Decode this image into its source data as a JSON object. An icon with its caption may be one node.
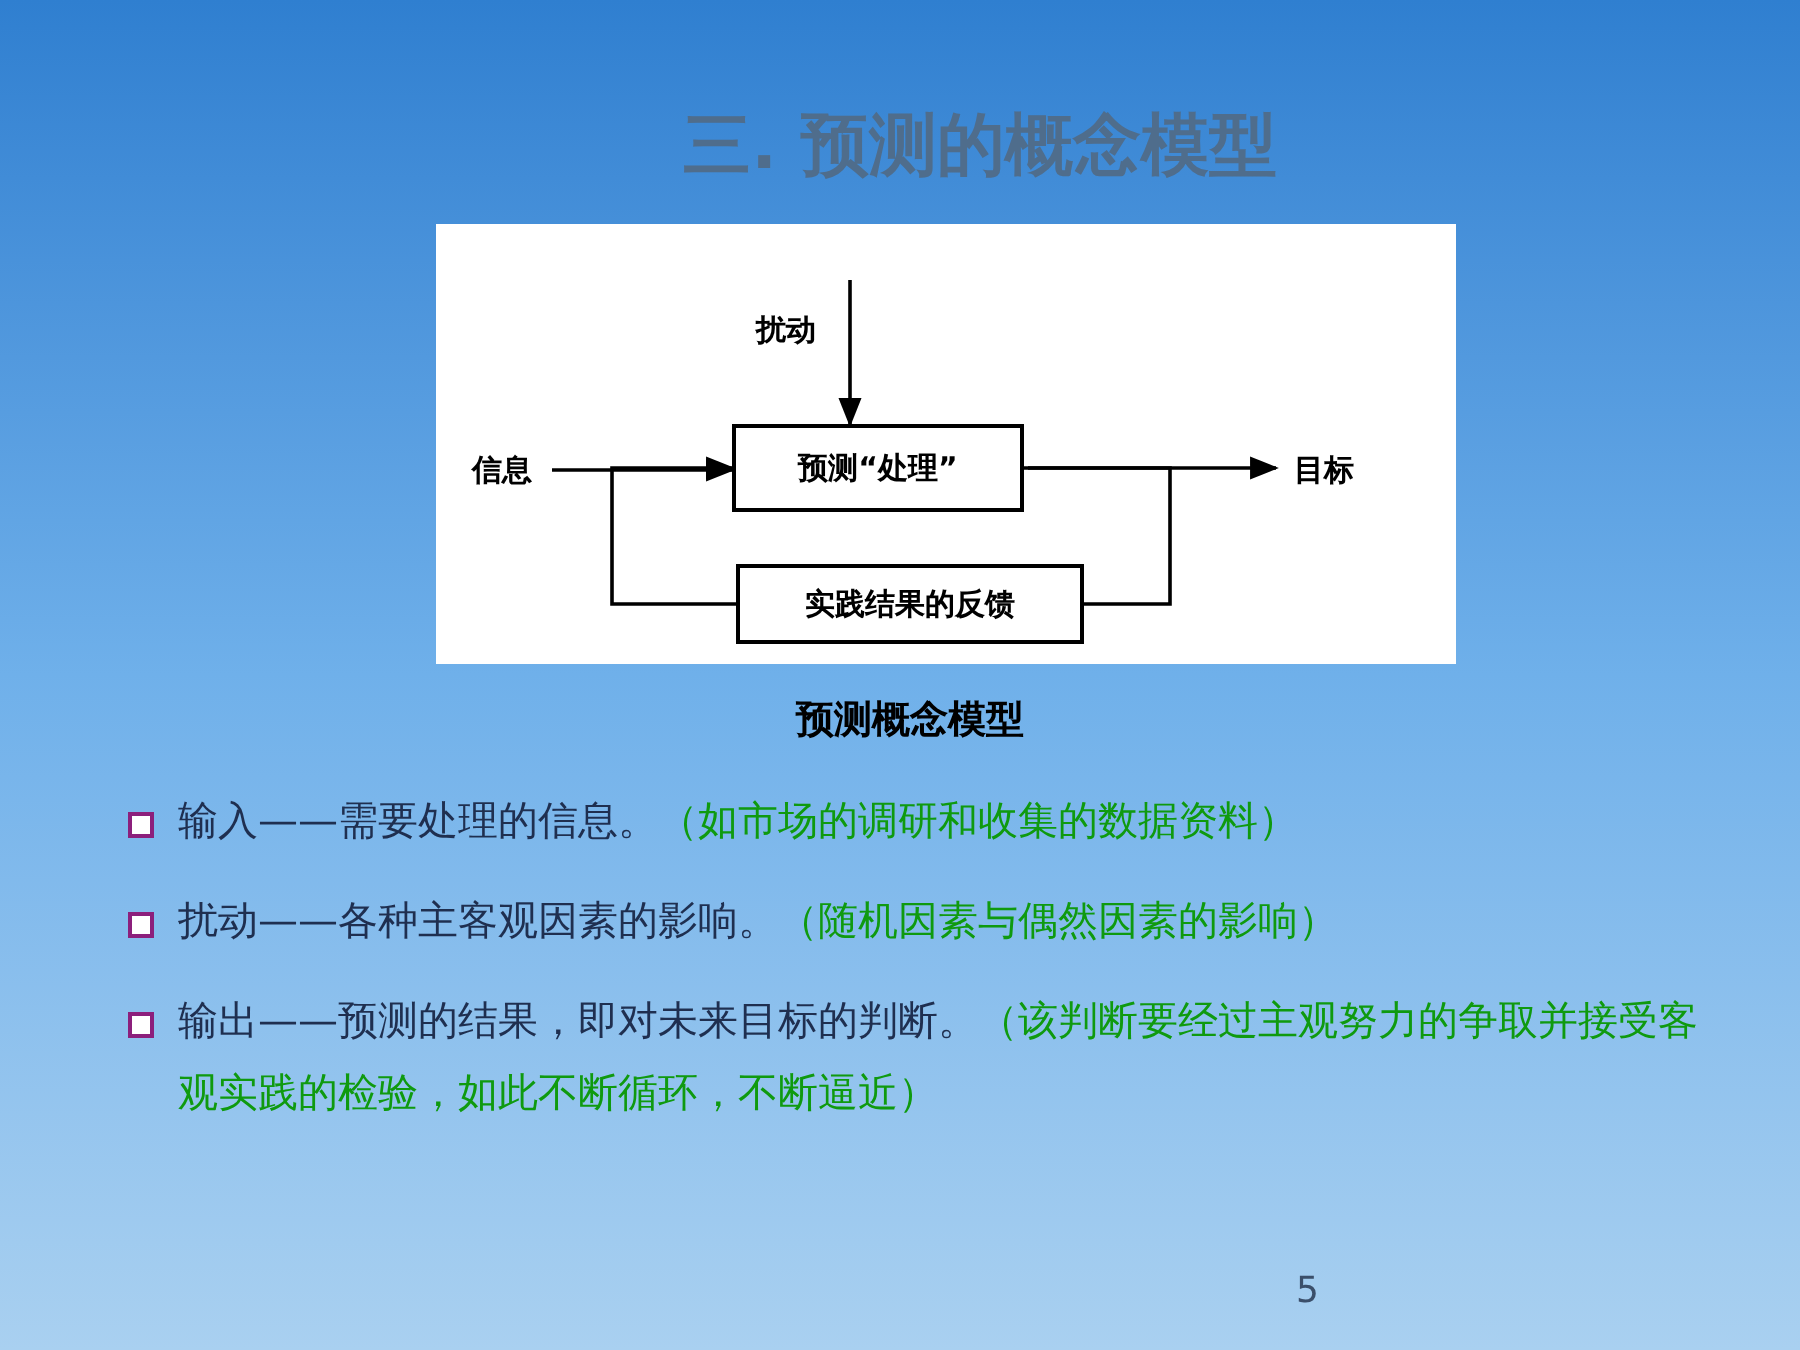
{
  "diagram": {
    "title": "三. 预测的概念模型",
    "caption": "预测概念模型",
    "nodes": [
      {
        "text": [
          "扰动"
        ]
      },
      {
        "text": [
          "信息"
        ]
      },
      {
        "text": [
          "预测“处理”"
        ]
      },
      {
        "text": [
          "目标"
        ]
      },
      {
        "text": [
          "实践结果的反馈"
        ]
      }
    ],
    "edges": [
      {
        "from": 0,
        "to": 2,
        "arrow": "to"
      },
      {
        "from": 1,
        "to": 2,
        "arrow": "to"
      },
      {
        "from": 2,
        "to": 3,
        "arrow": "to"
      },
      {
        "from": 2,
        "to": 4,
        "arrow": "none"
      },
      {
        "from": 4,
        "to": 2,
        "arrow": "to"
      }
    ],
    "labels": [
      "输入——需要处理的信息。",
      "（如市场的调研和收集的数据资料）",
      "扰动——各种主客观因素的影响。",
      "（随机因素与偶然因素的影响）",
      "输出——预测的结果，即对未来目标的判断。",
      "（该判断要经过主观努力的争取并接受客观实践的检验，如此不断循环，不断逼近）",
      "5"
    ]
  }
}
